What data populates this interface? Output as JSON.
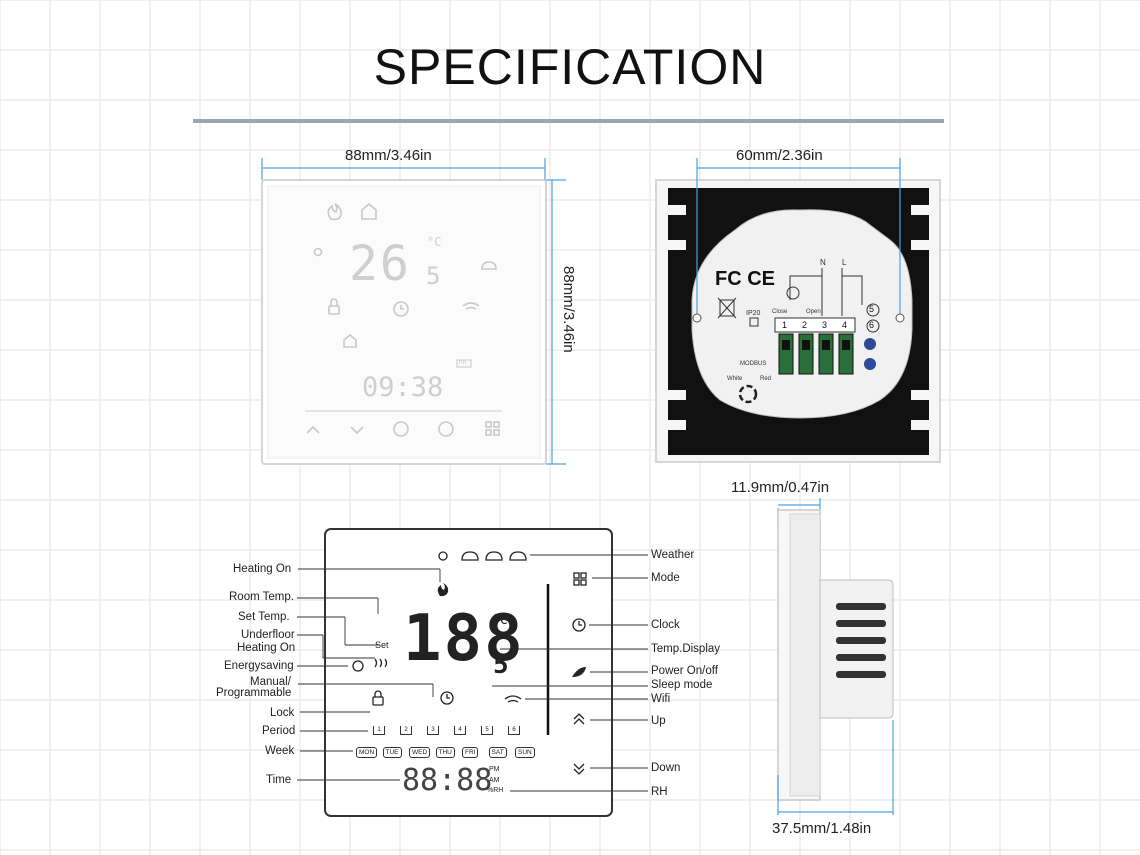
{
  "title": "SPECIFICATION",
  "dimensions": {
    "front_width": "88mm/3.46in",
    "front_height": "88mm/3.46in",
    "back_width": "60mm/2.36in",
    "side_depth_top": "11.9mm/0.47in",
    "side_depth_bottom": "37.5mm/1.48in"
  },
  "front_panel": {
    "temp_digits": "26",
    "temp_decimal": "5",
    "unit": "°C",
    "time": "09:38",
    "rh_badge": "RH"
  },
  "back_panel": {
    "fc_mark": "FC CE",
    "ip_rating": "IP20",
    "terminals": [
      "1",
      "2",
      "3",
      "4"
    ],
    "extra_terminals": [
      "5",
      "6"
    ],
    "neutral": "N",
    "live": "L",
    "close_label": "Close",
    "open_label": "Open",
    "modbus": "MODBUS",
    "white": "White",
    "red": "Red"
  },
  "diagram": {
    "temp_digits": "188",
    "temp_decimal": "5",
    "unit": "°C",
    "set_text": "Set",
    "time_digits": "88:88",
    "pm": "PM",
    "am": "AM",
    "rh": "%RH",
    "days": [
      "MON",
      "TUE",
      "WED",
      "THU",
      "FRI",
      "SAT",
      "SUN"
    ],
    "periods": [
      "1",
      "2",
      "3",
      "4",
      "5",
      "6"
    ]
  },
  "labels_left": [
    "Heating On",
    "Room Temp.",
    "Set  Temp.",
    "Underfloor",
    "Heating On",
    "Energysaving",
    "Manual/",
    "Programmable",
    "Lock",
    "Period",
    "Week",
    "Time"
  ],
  "labels_right": [
    "Weather",
    "Mode",
    "Clock",
    "Temp.Display",
    "Power On/off",
    "Sleep mode",
    "Wifi",
    "Up",
    "Down",
    "RH"
  ]
}
